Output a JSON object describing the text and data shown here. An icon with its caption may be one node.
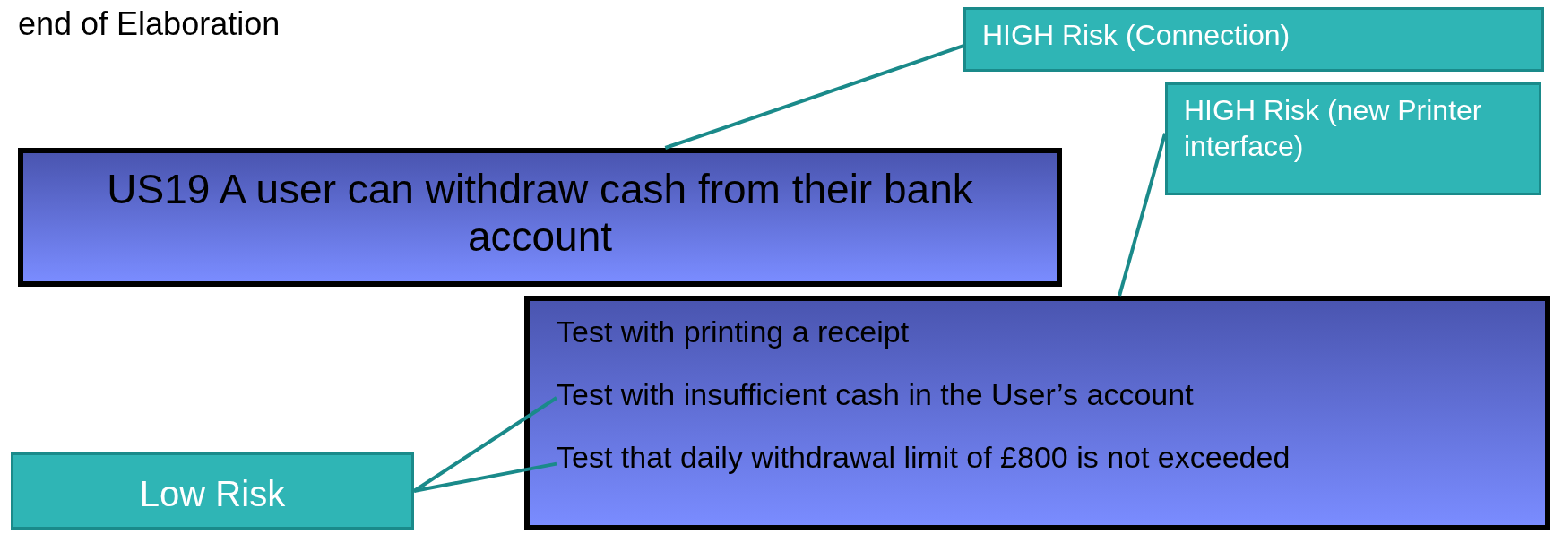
{
  "diagram": {
    "nodes": [
      {
        "text": [
          "US19 A user can withdraw cash from their bank account"
        ]
      },
      {
        "text": [],
        "shape": "box"
      },
      {
        "text": [
          "Test with printing a receipt"
        ],
        "in": 1
      },
      {
        "text": [
          "Test with insufficient cash in the User’s account"
        ],
        "in": 1
      },
      {
        "text": [
          "Test that daily withdrawal limit of £800 is not exceeded"
        ],
        "in": 1
      },
      {
        "text": [
          "HIGH Risk (Connection)"
        ]
      },
      {
        "text": [
          "HIGH Risk (new Printer interface)"
        ]
      },
      {
        "text": [
          "Low Risk"
        ]
      }
    ],
    "edges": [
      {
        "from": 5,
        "to": 0,
        "arrow": "none"
      },
      {
        "from": 6,
        "to": 1,
        "arrow": "none"
      },
      {
        "from": 7,
        "to": 3,
        "arrow": "none"
      },
      {
        "from": 7,
        "to": 4,
        "arrow": "none"
      }
    ],
    "labels": [
      "end of Elaboration"
    ]
  }
}
